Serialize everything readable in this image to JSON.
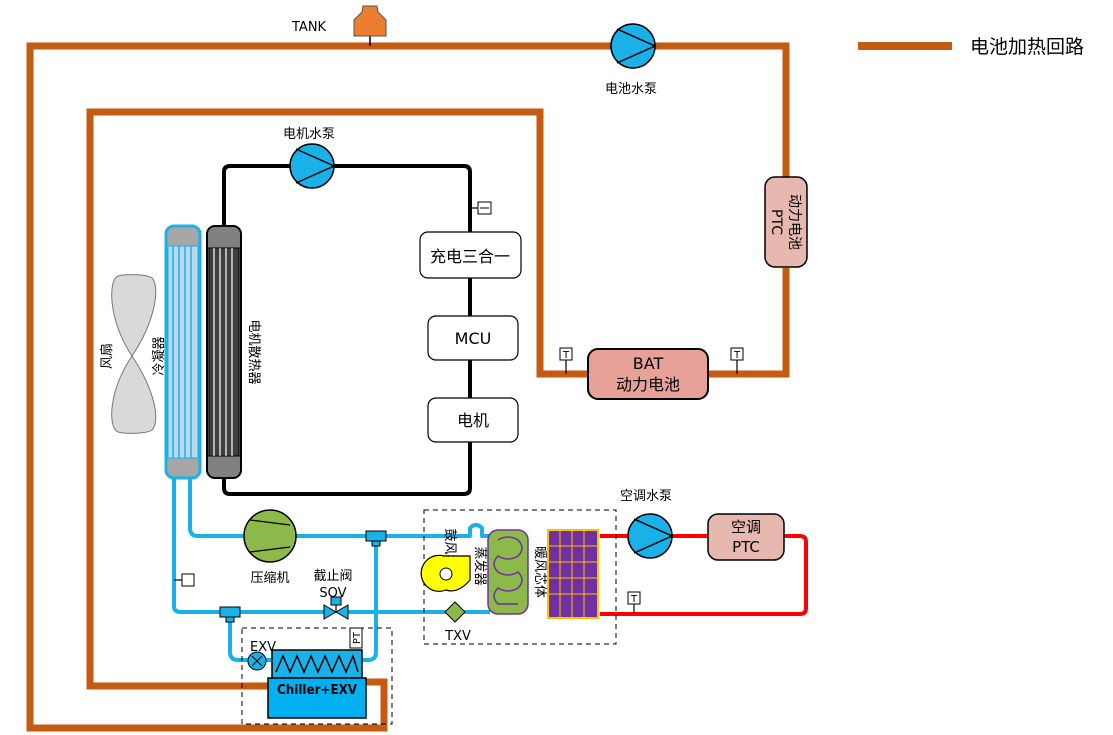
{
  "legend": {
    "label": "电池加热回路",
    "color": "#c55a11"
  },
  "colors": {
    "battery_loop": "#c55a11",
    "motor_loop": "#000000",
    "refrigerant": "#1ab0e8",
    "hvac_loop": "#ff0000",
    "pump_fill": "#1ab0e8",
    "compressor_fill": "#8db84a",
    "fan_fill": "#ffff00",
    "ptc_fill": "#e6b8b0",
    "battery_fill": "#e8a199",
    "chiller_fill": "#00b0f0",
    "heater_core_fill": "#7030a0"
  },
  "labels": {
    "tank": "TANK",
    "battery_pump": "电池水泵",
    "motor_pump": "电机水泵",
    "battery_ptc_top": "动力电池",
    "battery_ptc_bottom": "PTC",
    "charger": "充电三合一",
    "mcu": "MCU",
    "motor": "电机",
    "battery_top": "BAT",
    "battery_bottom": "动力电池",
    "fan": "风扇",
    "condenser": "冷凝器",
    "motor_radiator": "电机散热器",
    "compressor": "压缩机",
    "shutoff_valve": "截止阀",
    "sov": "SOV",
    "exv": "EXV",
    "pt": "PT",
    "chiller": "Chiller+EXV",
    "blower": "鼓风机",
    "evaporator": "蒸发器",
    "txv": "TXV",
    "heater_core": "暖风芯体",
    "hvac_pump": "空调水泵",
    "hvac_ptc_top": "空调",
    "hvac_ptc_bottom": "PTC",
    "temp_sensor": "T"
  }
}
